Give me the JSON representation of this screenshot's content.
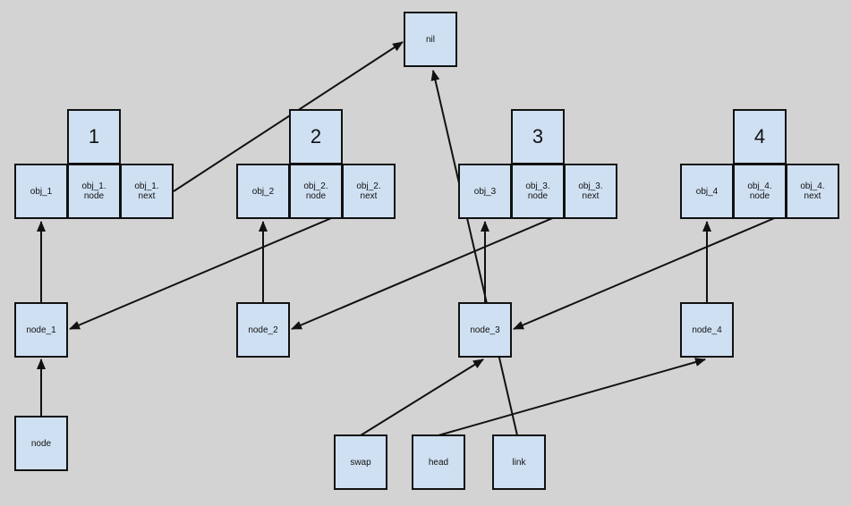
{
  "colors": {
    "background": "#d3d3d3",
    "box_fill": "#cfe0f2",
    "stroke": "#111111"
  },
  "nil": "nil",
  "values": [
    "1",
    "2",
    "3",
    "4"
  ],
  "objects": [
    {
      "self": "obj_1",
      "node": "obj_1.\nnode",
      "next": "obj_1.\nnext"
    },
    {
      "self": "obj_2",
      "node": "obj_2.\nnode",
      "next": "obj_2.\nnext"
    },
    {
      "self": "obj_3",
      "node": "obj_3.\nnode",
      "next": "obj_3.\nnext"
    },
    {
      "self": "obj_4",
      "node": "obj_4.\nnode",
      "next": "obj_4.\nnext"
    }
  ],
  "nodes": [
    "node_1",
    "node_2",
    "node_3",
    "node_4"
  ],
  "variables": {
    "node": "node",
    "swap": "swap",
    "head": "head",
    "link": "link"
  }
}
